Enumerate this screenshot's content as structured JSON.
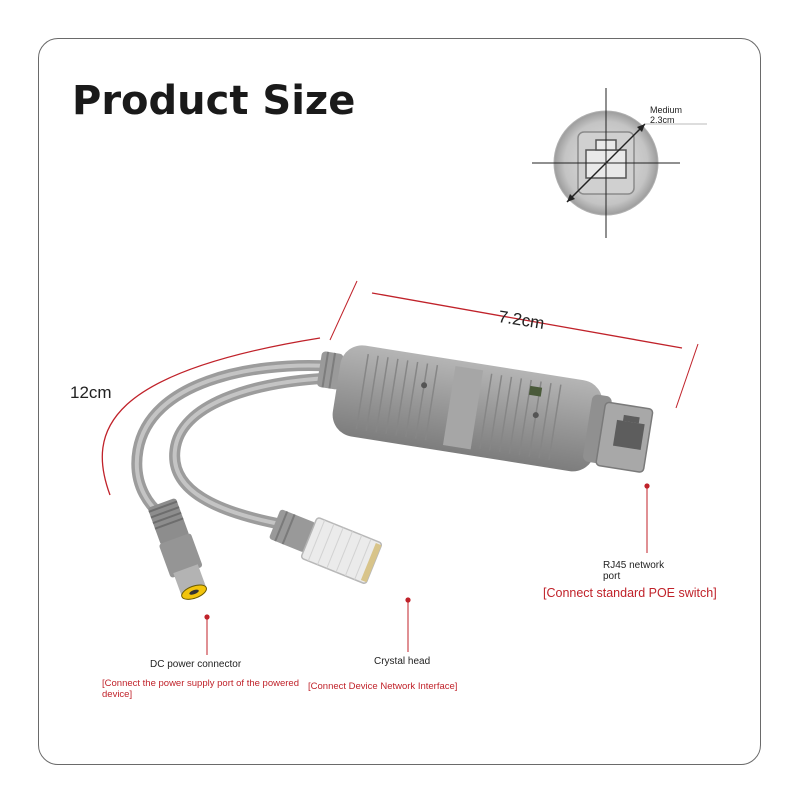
{
  "title": "Product Size",
  "dimensions": {
    "cable_length": "12cm",
    "body_length": "7.2cm",
    "port_label": "Medium",
    "port_diameter": "2.3cm"
  },
  "parts": {
    "rj45": {
      "label": "RJ45 network port",
      "note": "[Connect standard POE switch]"
    },
    "dc": {
      "label": "DC power connector",
      "note": "[Connect the power supply port of the powered device]"
    },
    "crystal": {
      "label": "Crystal head",
      "note": "[Connect Device Network Interface]"
    }
  },
  "colors": {
    "accent_red": "#c0222a",
    "cable_grey": "#a9a9a9",
    "body_grey": "#9a9a9a",
    "dc_tip_yellow": "#f2c40c"
  }
}
